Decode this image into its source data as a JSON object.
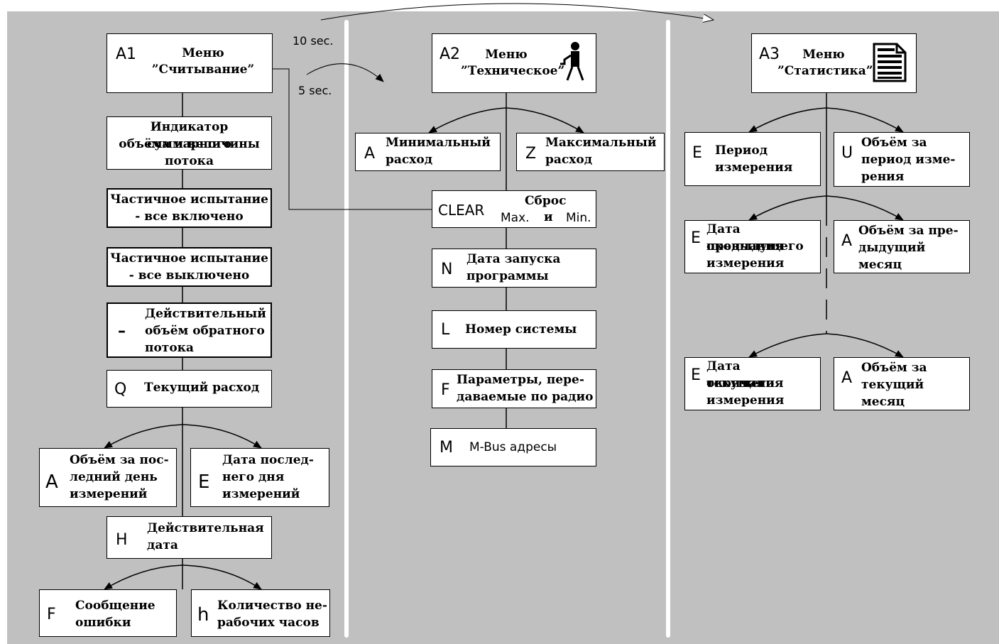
{
  "timers": {
    "long": "10 sec.",
    "short": "5 sec."
  },
  "a1": {
    "code": "A1",
    "title_line1": "Меню",
    "title_line2": "”Считывание”",
    "items": [
      {
        "code": "",
        "l1": "Индикатор суммарного",
        "l2": "объёма и величины",
        "l3": "потока"
      },
      {
        "code": "",
        "l1": "Частичное испытание",
        "l2": "- все включено"
      },
      {
        "code": "",
        "l1": "Частичное испытание",
        "l2": "- все выключено"
      },
      {
        "code": "–",
        "l1": "Действительный",
        "l2": "объём обратного",
        "l3": "потока"
      },
      {
        "code": "Q",
        "l1": "Текущий расход"
      }
    ],
    "branch1": {
      "left": {
        "code": "A",
        "l1": "Объём за пос-",
        "l2": "ледний день",
        "l3": "измерений"
      },
      "right": {
        "code": "E",
        "l1": "Дата послед-",
        "l2": "него дня",
        "l3": "измерений"
      }
    },
    "h": {
      "code": "H",
      "l1": "Действительная",
      "l2": "дата"
    },
    "branch2": {
      "left": {
        "code": "F",
        "l1": "Сообщение",
        "l2": "ошибки"
      },
      "right": {
        "code": "h",
        "l1": "Количество не-",
        "l2": "рабочих часов"
      }
    }
  },
  "a2": {
    "code": "A2",
    "title_line1": "Меню",
    "title_line2": "”Техническое”",
    "branch": {
      "left": {
        "code": "A",
        "l1": "Минимальный",
        "l2": "расход"
      },
      "right": {
        "code": "Z",
        "l1": "Максимальный",
        "l2": "расход"
      }
    },
    "clear": {
      "code": "CLEAR",
      "l1": "Сброс",
      "max": "Max.",
      "and": "и",
      "min": "Min."
    },
    "items": [
      {
        "code": "N",
        "l1": "Дата запуска",
        "l2": "программы"
      },
      {
        "code": "L",
        "l1": "Номер системы"
      },
      {
        "code": "F",
        "l1": "Параметры, пере-",
        "l2": "даваемые по радио"
      },
      {
        "code": "M",
        "l1": "M-Bus адресы"
      }
    ]
  },
  "a3": {
    "code": "A3",
    "title_line1": "Меню",
    "title_line2": "”Статистика”",
    "rows": [
      {
        "left": {
          "code": "E",
          "l1": "Период",
          "l2": "измерения"
        },
        "right": {
          "code": "U",
          "l1": "Объём за",
          "l2": "период изме-",
          "l3": "рения"
        }
      },
      {
        "left": {
          "code": "E",
          "l1": "Дата окончания",
          "l2": "предыдущего",
          "l3": "измерения"
        },
        "right": {
          "code": "A",
          "l1": "Объём за пре-",
          "l2": "дыдущий",
          "l3": "месяц"
        }
      },
      {
        "left": {
          "code": "E",
          "l1": "Дата окончания",
          "l2": "текущего",
          "l3": "измерения"
        },
        "right": {
          "code": "A",
          "l1": "Объём за",
          "l2": "текущий",
          "l3": "месяц"
        }
      }
    ]
  }
}
